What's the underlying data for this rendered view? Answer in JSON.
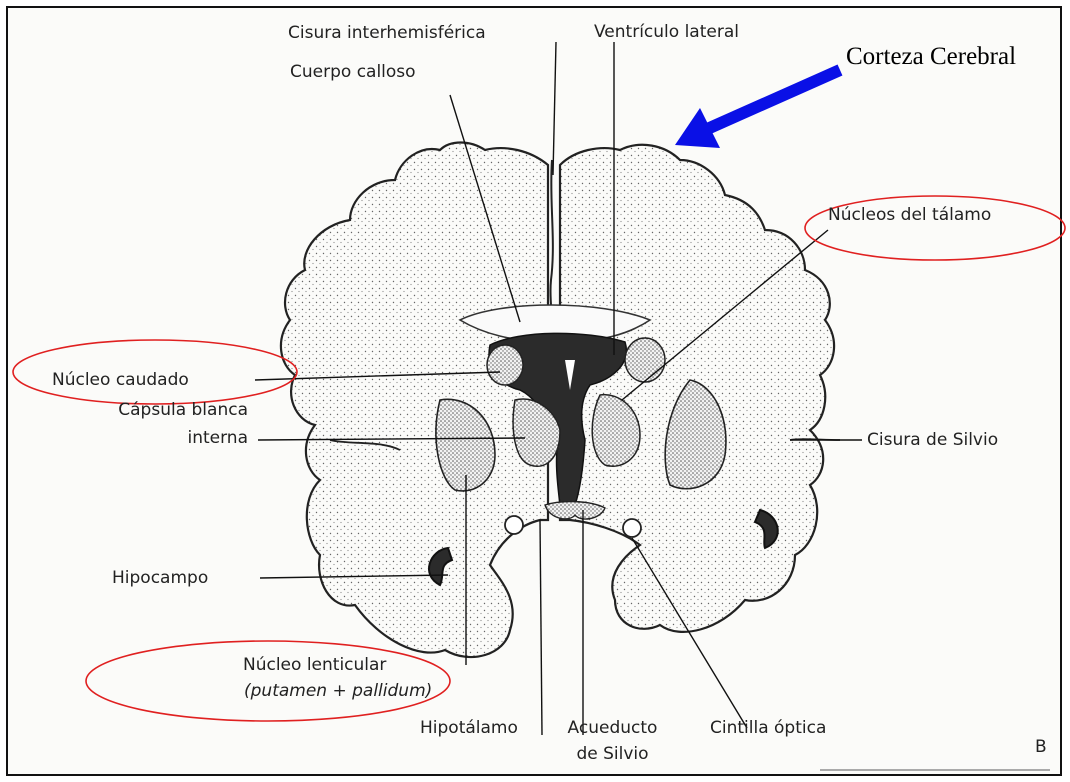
{
  "labels": {
    "cisura_interhemisferica": "Cisura interhemisférica",
    "ventriculo_lateral": "Ventrículo lateral",
    "cuerpo_calloso": "Cuerpo calloso",
    "corteza_cerebral": "Corteza Cerebral",
    "nucleos_talamo": "Núcleos del tálamo",
    "nucleo_caudado": "Núcleo caudado",
    "capsula_line1": "Cápsula blanca",
    "capsula_line2": "interna",
    "cisura_silvio": "Cisura de Silvio",
    "hipocampo": "Hipocampo",
    "lenticular_line1": "Núcleo lenticular",
    "lenticular_line2": "(putamen + pallidum)",
    "hipotalamo": "Hipotálamo",
    "acueducto_line1": "Acueducto",
    "acueducto_line2": "de Silvio",
    "cintilla_optica": "Cintilla óptica",
    "panel_letter": "B"
  },
  "colors": {
    "arrow": "#0a10e6",
    "highlight_ellipse": "#e02020",
    "outline": "#222222",
    "ventricle_fill": "#2b2b2b"
  },
  "highlighted_labels": [
    "Núcleos del tálamo",
    "Núcleo caudado",
    "Núcleo lenticular"
  ]
}
